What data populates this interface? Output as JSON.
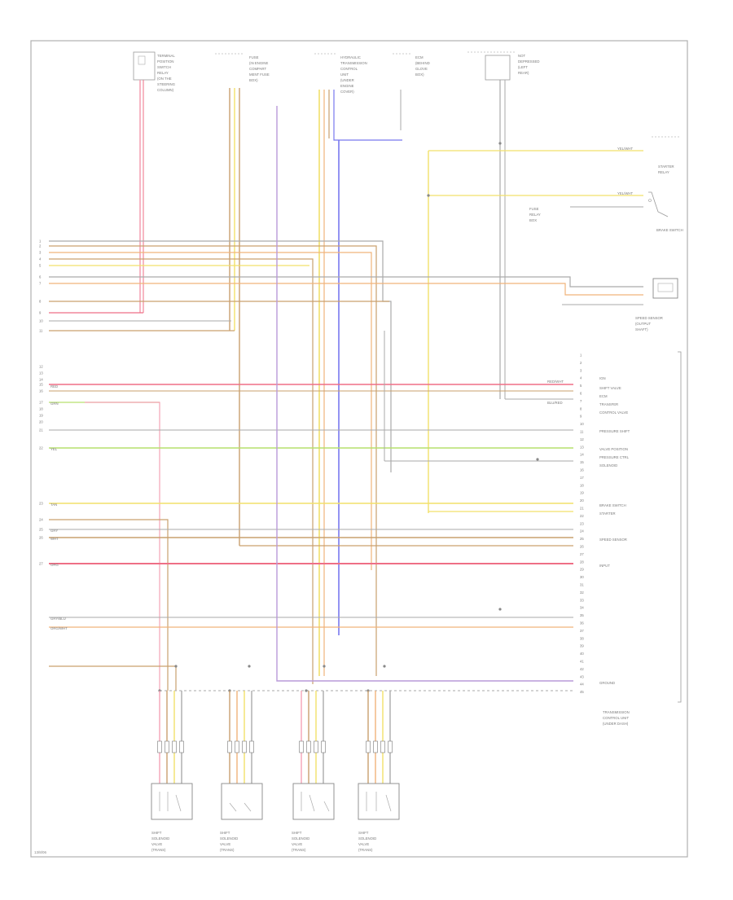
{
  "diagram": {
    "code": "13/8/06",
    "colors": {
      "pink": "#f5a3b6",
      "red": "#ef6f86",
      "tan": "#c9a06e",
      "yellow": "#f2e06a",
      "orange": "#f1b37a",
      "blue": "#7878ee",
      "green": "#b6e06d",
      "gray": "#aaaaaa",
      "purple": "#b99ad9",
      "frame": "#b0b0b0"
    },
    "top_components": [
      {
        "name": "TERMINAL",
        "lines": [
          "TERMINAL",
          "POSITION",
          "SWITCH",
          "RELAY",
          "(ON THE",
          "STEERING",
          "COLUMN)"
        ]
      },
      {
        "name": "FUSE",
        "lines": [
          "FUSE",
          "(IN ENGINE",
          "COMPART",
          "MENT FUSE",
          "BOX)"
        ]
      },
      {
        "name": "HYDRAULIC",
        "lines": [
          "HYDRAULIC",
          "TRANSMISSION",
          "CONTROL",
          "UNIT",
          "(UNDER",
          "ENGINE",
          "COVER)"
        ]
      },
      {
        "name": "ECM",
        "lines": [
          "ECM",
          "(BEHIND",
          "GLOVE",
          "BOX)"
        ]
      },
      {
        "name": "NOT_LEFT",
        "lines": [
          "NOT",
          "DEPRESSED",
          "(LEFT",
          "REAR)"
        ]
      }
    ],
    "left_pins": [
      "1",
      "2",
      "3",
      "4",
      "5",
      "6",
      "7",
      "8",
      "9",
      "10",
      "11",
      "12",
      "13",
      "14",
      "15",
      "16",
      "17",
      "18",
      "19",
      "20",
      "21",
      "22",
      "23",
      "24",
      "25",
      "26",
      "27"
    ],
    "right_pins": [
      "1",
      "2",
      "3",
      "4",
      "5",
      "6",
      "7",
      "8",
      "9",
      "10",
      "11",
      "12",
      "13",
      "14",
      "15",
      "16",
      "17",
      "18",
      "19",
      "20",
      "21",
      "22",
      "23",
      "24",
      "25",
      "26",
      "27",
      "28",
      "29",
      "30",
      "31",
      "32",
      "33",
      "34",
      "35",
      "36",
      "37",
      "38",
      "39",
      "40",
      "41",
      "42",
      "43",
      "44",
      "45"
    ],
    "wire_labels": {
      "yel_wht": "YEL/WHT",
      "red": "RED",
      "red_wht": "RED/WHT",
      "blu_red": "BLU/RED",
      "grn": "GRN",
      "yel": "YEL",
      "tan": "TAN",
      "gry": "GRY",
      "wht": "WHT",
      "org": "ORG",
      "gry_blu": "GRY/BLU",
      "org_wht": "ORG/WHT"
    },
    "right_labels": [
      "IGN",
      "SHIFT VALVE",
      "ECM",
      "TRANSFER",
      "CONTROL VALVE",
      "PRESSURE SHIFT",
      "VALVE POSITION",
      "PRESSURE CTRL",
      "SOLENOID",
      "BRAKE SWITCH",
      "STARTER",
      "SPEED SENSOR",
      "INPUT",
      "GROUND"
    ],
    "side_components": [
      {
        "name": "STARTER_RELAY",
        "lines": [
          "STARTER",
          "RELAY"
        ]
      },
      {
        "name": "FUSE_RELAY",
        "lines": [
          "FUSE",
          "RELAY",
          "BOX"
        ]
      },
      {
        "name": "BRAKE_SWITCH",
        "lines": [
          "BRAKE SWITCH"
        ]
      },
      {
        "name": "SPEED_SENSOR",
        "lines": [
          "SPEED SENSOR",
          "(OUTPUT",
          "SHAFT)"
        ]
      },
      {
        "name": "TCM",
        "lines": [
          "TRANSMISSION",
          "CONTROL UNIT",
          "(UNDER DASH)"
        ]
      }
    ],
    "bottom_components": [
      {
        "name": "SHIFT_SOLENOID_1",
        "lines": [
          "SHIFT",
          "SOLENOID",
          "VALVE",
          "(TRANS)"
        ]
      },
      {
        "name": "SHIFT_SOLENOID_2",
        "lines": [
          "SHIFT",
          "SOLENOID",
          "VALVE",
          "(TRANS)"
        ]
      },
      {
        "name": "SHIFT_SOLENOID_3",
        "lines": [
          "SHIFT",
          "SOLENOID",
          "VALVE",
          "(TRANS)"
        ]
      },
      {
        "name": "SHIFT_SOLENOID_4",
        "lines": [
          "SHIFT",
          "SOLENOID",
          "VALVE",
          "(TRANS)"
        ]
      }
    ]
  }
}
